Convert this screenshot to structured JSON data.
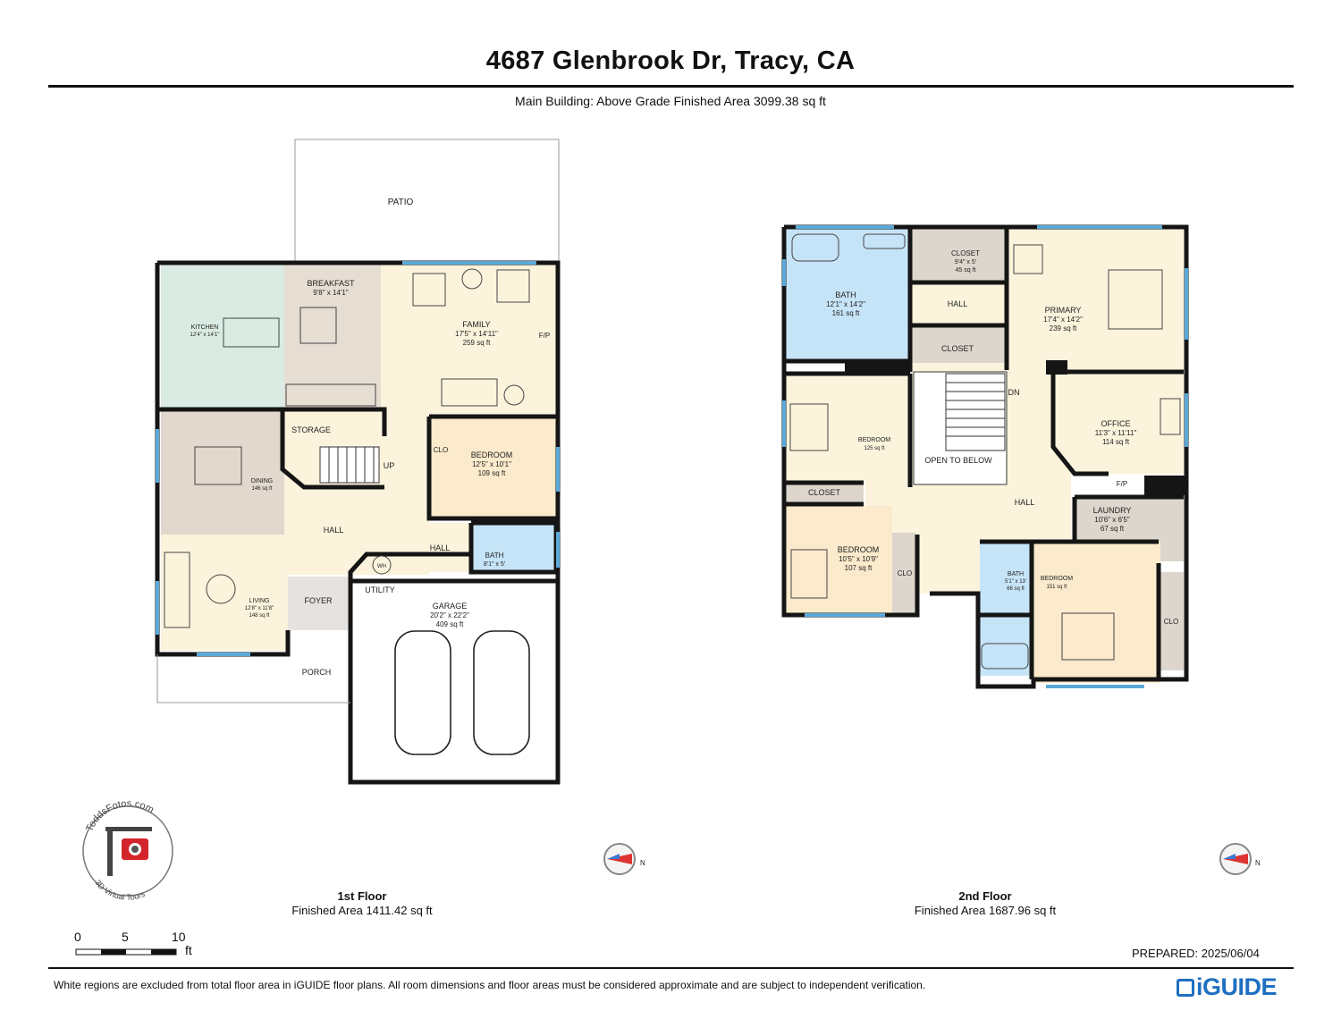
{
  "header": {
    "title": "4687 Glenbrook Dr, Tracy, CA",
    "subtitle": "Main Building: Above Grade Finished Area 3099.38 sq ft"
  },
  "first_floor": {
    "name": "1st Floor",
    "area": "Finished Area 1411.42 sq ft",
    "rooms": {
      "patio": {
        "name": "PATIO"
      },
      "breakfast": {
        "name": "BREAKFAST",
        "dims": "9'8\" x 14'1\""
      },
      "kitchen": {
        "name": "KITCHEN",
        "dims": "12'4\" x 14'1\""
      },
      "family": {
        "name": "FAMILY",
        "dims": "17'5\" x 14'11\"",
        "area": "259 sq ft"
      },
      "fp": "F/P",
      "storage": {
        "name": "STORAGE"
      },
      "up": "UP",
      "dining": {
        "name": "DINING",
        "area": "146 sq ft"
      },
      "clo": "CLO",
      "bedroom": {
        "name": "BEDROOM",
        "dims": "12'5\" x 10'1\"",
        "area": "109 sq ft"
      },
      "hall": "HALL",
      "hall2": "HALL",
      "bath": {
        "name": "BATH",
        "dims": "8'1\" x 5'"
      },
      "wh": "WH",
      "utility": "UTILITY",
      "living": {
        "name": "LIVING",
        "dims": "12'8\" x 11'8\"",
        "area": "148 sq ft"
      },
      "foyer": "FOYER",
      "garage": {
        "name": "GARAGE",
        "dims": "20'2\" x 22'2\"",
        "area": "409 sq ft"
      },
      "porch": "PORCH"
    }
  },
  "second_floor": {
    "name": "2nd Floor",
    "area": "Finished Area 1687.96 sq ft",
    "rooms": {
      "bath": {
        "name": "BATH",
        "dims": "12'1\" x 14'2\"",
        "area": "161 sq ft"
      },
      "closet_top": {
        "name": "CLOSET",
        "dims": "9'4\" x 5'",
        "area": "45 sq ft"
      },
      "hall_top": "HALL",
      "closet_mid": "CLOSET",
      "primary": {
        "name": "PRIMARY",
        "dims": "17'4\" x 14'2\"",
        "area": "239 sq ft"
      },
      "dn": "DN",
      "bedroom_a": {
        "name": "BEDROOM",
        "area": "125 sq ft"
      },
      "open_below": "OPEN TO BELOW",
      "office": {
        "name": "OFFICE",
        "dims": "11'3\" x 11'11\"",
        "area": "114 sq ft"
      },
      "closet_low": "CLOSET",
      "fp": "F/P",
      "hall_main": "HALL",
      "laundry": {
        "name": "LAUNDRY",
        "dims": "10'6\" x 6'5\"",
        "area": "67 sq ft"
      },
      "bedroom_b": {
        "name": "BEDROOM",
        "dims": "10'5\" x 10'9\"",
        "area": "107 sq ft"
      },
      "clo_b": "CLO",
      "bath2": {
        "name": "BATH",
        "dims": "5'1\" x 13'",
        "area": "66 sq ft"
      },
      "bedroom_c": {
        "name": "BEDROOM",
        "area": "151 sq ft"
      },
      "clo_c": "CLO"
    }
  },
  "compass_label": "N",
  "logo": {
    "top_text": "ToddsFotos.com",
    "bottom_text": "3D Virtual Tours"
  },
  "scale": {
    "ticks": [
      "0",
      "5",
      "10"
    ],
    "unit": "ft"
  },
  "footer": {
    "prepared": "PREPARED: 2025/06/04",
    "disclaimer": "White regions are excluded from total floor area in iGUIDE floor plans. All room dimensions and floor areas must be considered approximate and are subject to independent verification.",
    "brand": "iGUIDE"
  },
  "colors": {
    "kitchen": "#d9ebe2",
    "breakfast": "#e6ddd3",
    "family": "#fbf3dc",
    "bedroom": "#fbeacb",
    "bath": "#c6e4f7",
    "storage": "#ddd6cd",
    "dining": "#e2d8cd",
    "wall": "#151515",
    "window": "#5aa9d9",
    "iguide_blue": "#1f6fc1"
  }
}
